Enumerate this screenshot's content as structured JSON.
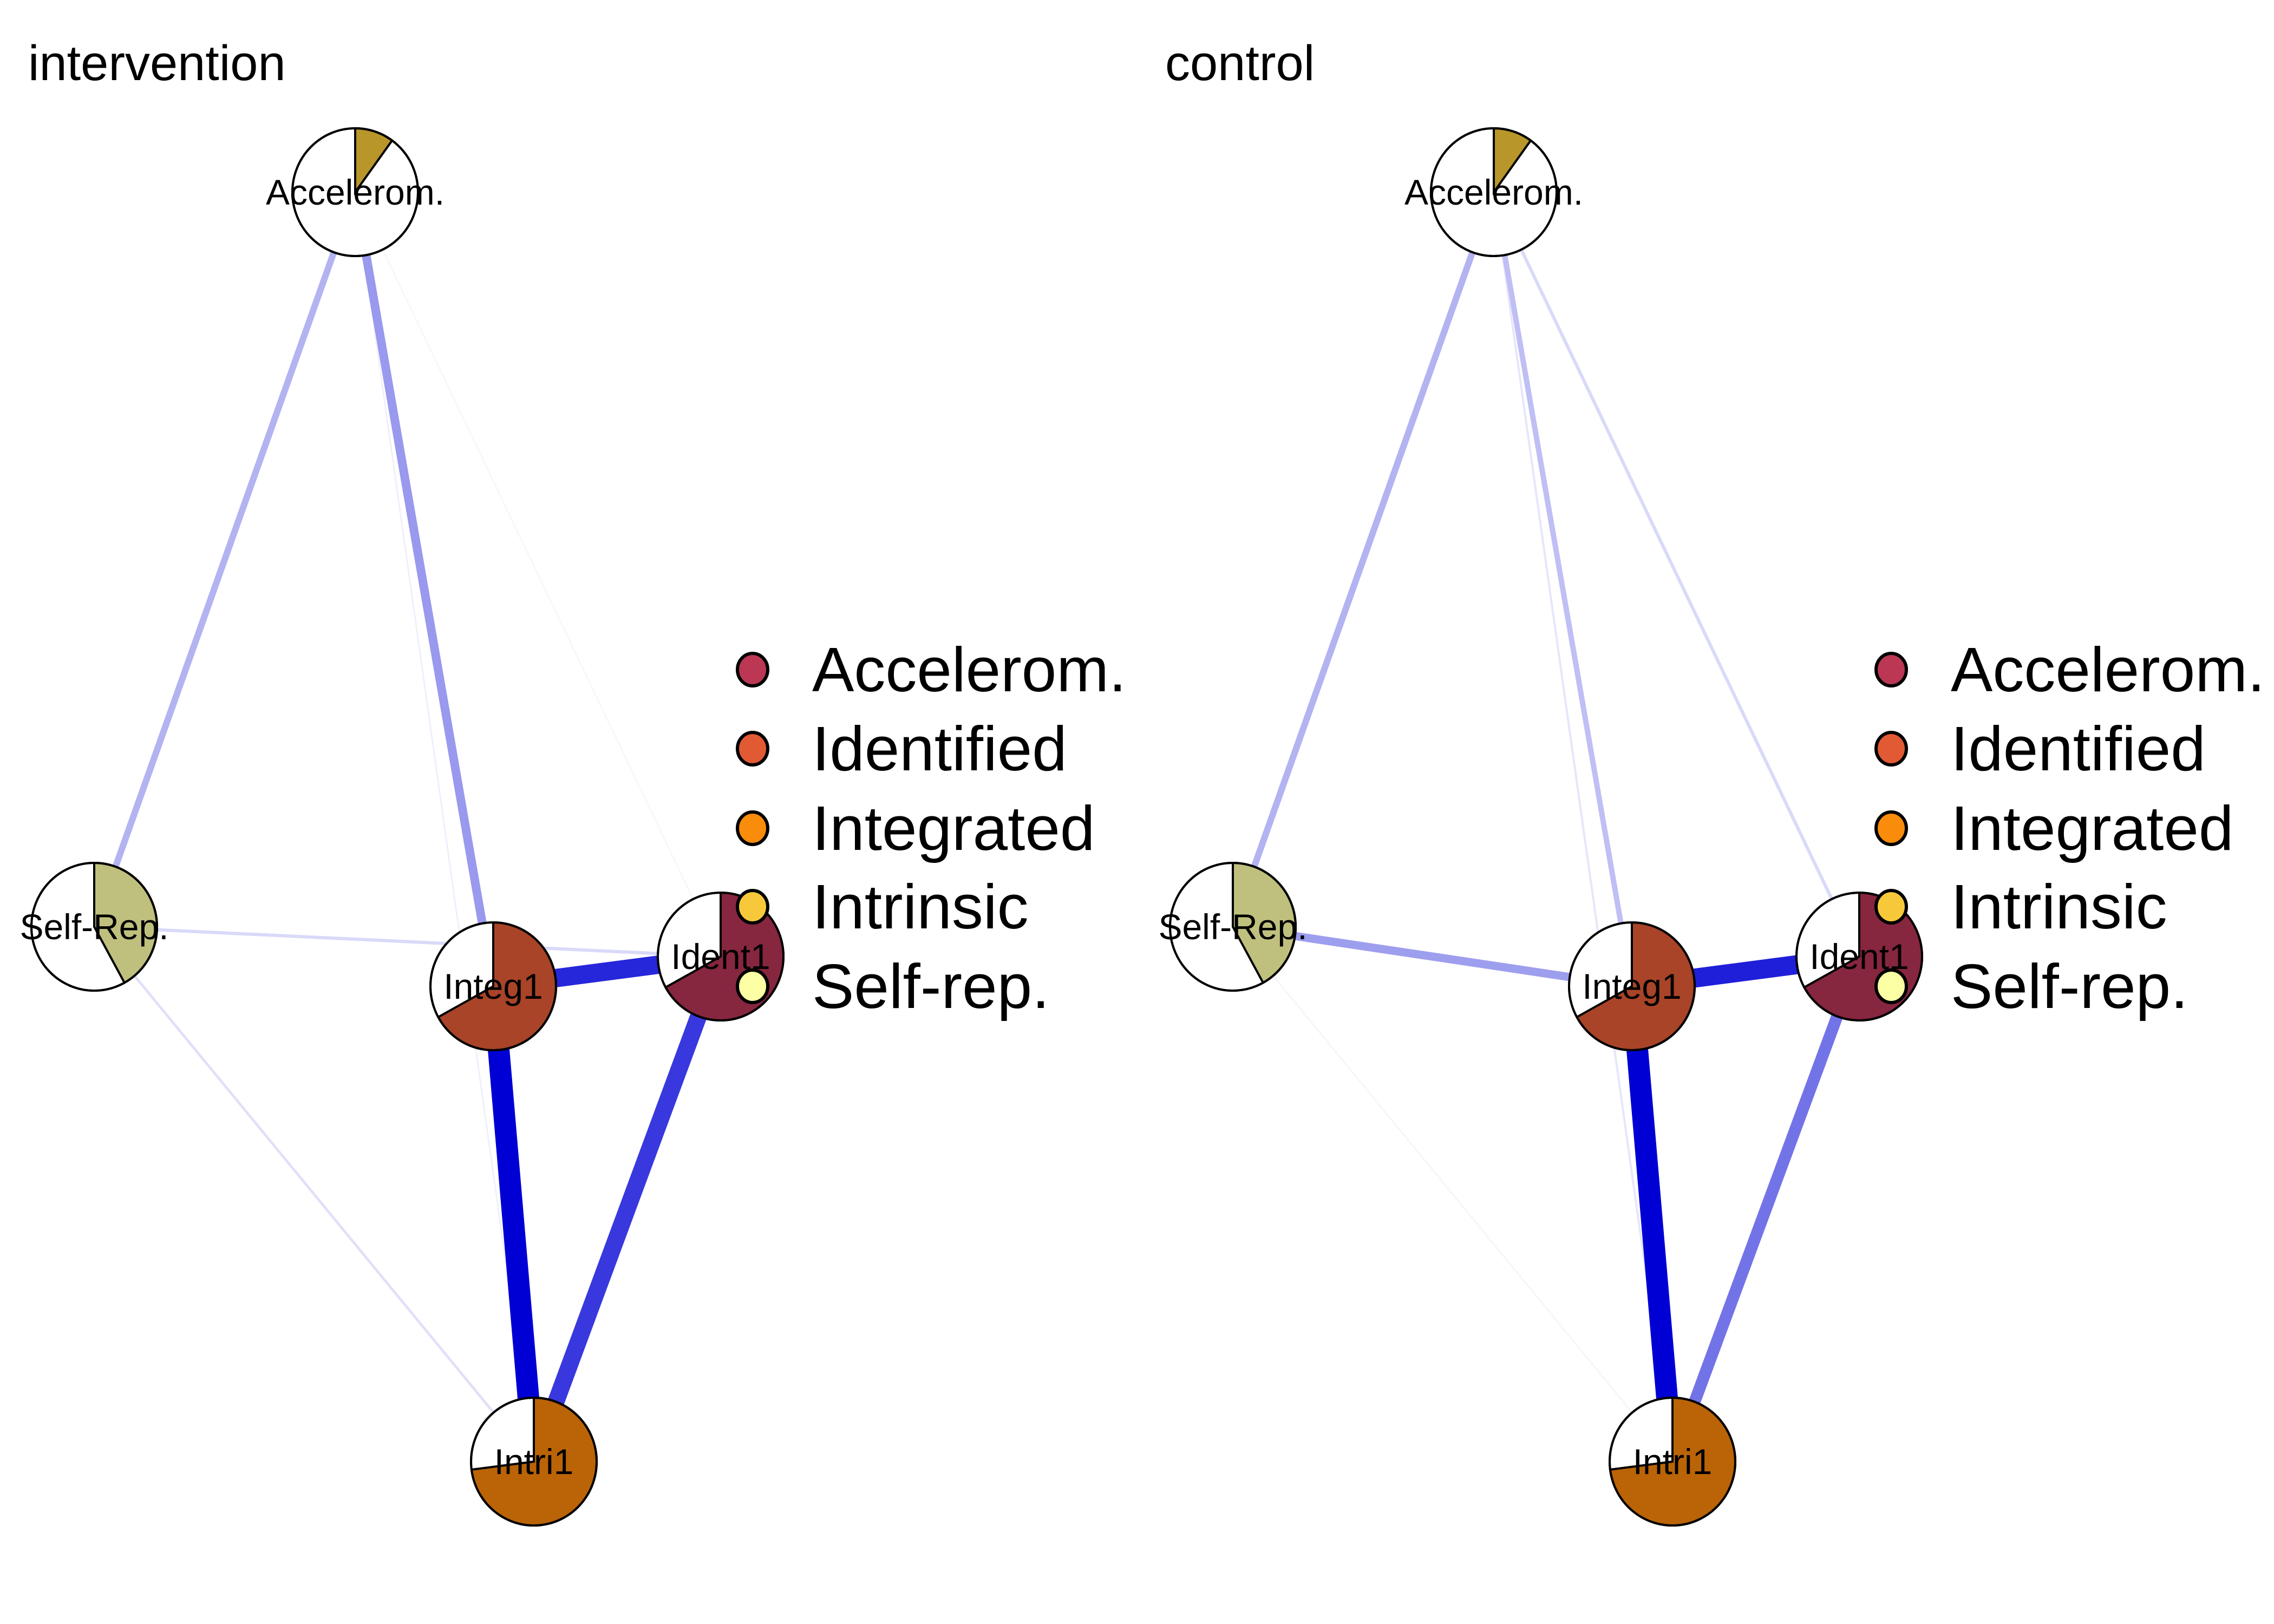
{
  "legend": {
    "items": [
      {
        "label": "Accelerom.",
        "color": "#BB3754"
      },
      {
        "label": "Identified",
        "color": "#E15A34"
      },
      {
        "label": "Integrated",
        "color": "#F98C0A"
      },
      {
        "label": "Intrinsic",
        "color": "#F7C93A"
      },
      {
        "label": "Self-rep.",
        "color": "#FCFFA4"
      }
    ]
  },
  "node_types": {
    "Accelerom.": {
      "pie_color": "#B8962A"
    },
    "Self-Rep.": {
      "pie_color": "#BFC07E"
    },
    "Integ1": {
      "pie_color": "#A94428"
    },
    "Ident1": {
      "pie_color": "#87263F"
    },
    "Intri1": {
      "pie_color": "#BA6407"
    }
  },
  "panels": [
    {
      "title": "intervention",
      "nodes": [
        {
          "id": "accel",
          "label": "Accelerom.",
          "pie": 0.1
        },
        {
          "id": "self",
          "label": "Self-Rep.",
          "pie": 0.42
        },
        {
          "id": "integ",
          "label": "Integ1",
          "pie": 0.67
        },
        {
          "id": "ident",
          "label": "Ident1",
          "pie": 0.67
        },
        {
          "id": "intri",
          "label": "Intri1",
          "pie": 0.73
        }
      ],
      "edges": [
        {
          "from": "accel",
          "to": "self",
          "weight": 0.3
        },
        {
          "from": "accel",
          "to": "integ",
          "weight": 0.4
        },
        {
          "from": "accel",
          "to": "intri",
          "weight": 0.06
        },
        {
          "from": "accel",
          "to": "ident",
          "weight": 0.03
        },
        {
          "from": "self",
          "to": "ident",
          "weight": 0.15
        },
        {
          "from": "self",
          "to": "intri",
          "weight": 0.12
        },
        {
          "from": "integ",
          "to": "ident",
          "weight": 0.85
        },
        {
          "from": "integ",
          "to": "intri",
          "weight": 1.0
        },
        {
          "from": "ident",
          "to": "intri",
          "weight": 0.78
        }
      ]
    },
    {
      "title": "control",
      "nodes": [
        {
          "id": "accel",
          "label": "Accelerom.",
          "pie": 0.1
        },
        {
          "id": "self",
          "label": "Self-Rep.",
          "pie": 0.42
        },
        {
          "id": "integ",
          "label": "Integ1",
          "pie": 0.67
        },
        {
          "id": "ident",
          "label": "Ident1",
          "pie": 0.67
        },
        {
          "id": "intri",
          "label": "Intri1",
          "pie": 0.73
        }
      ],
      "edges": [
        {
          "from": "accel",
          "to": "self",
          "weight": 0.3
        },
        {
          "from": "accel",
          "to": "integ",
          "weight": 0.25
        },
        {
          "from": "accel",
          "to": "intri",
          "weight": 0.1
        },
        {
          "from": "accel",
          "to": "ident",
          "weight": 0.15
        },
        {
          "from": "self",
          "to": "integ",
          "weight": 0.38
        },
        {
          "from": "self",
          "to": "intri",
          "weight": 0.04
        },
        {
          "from": "integ",
          "to": "ident",
          "weight": 0.88
        },
        {
          "from": "integ",
          "to": "intri",
          "weight": 1.0
        },
        {
          "from": "ident",
          "to": "intri",
          "weight": 0.55
        }
      ]
    }
  ]
}
